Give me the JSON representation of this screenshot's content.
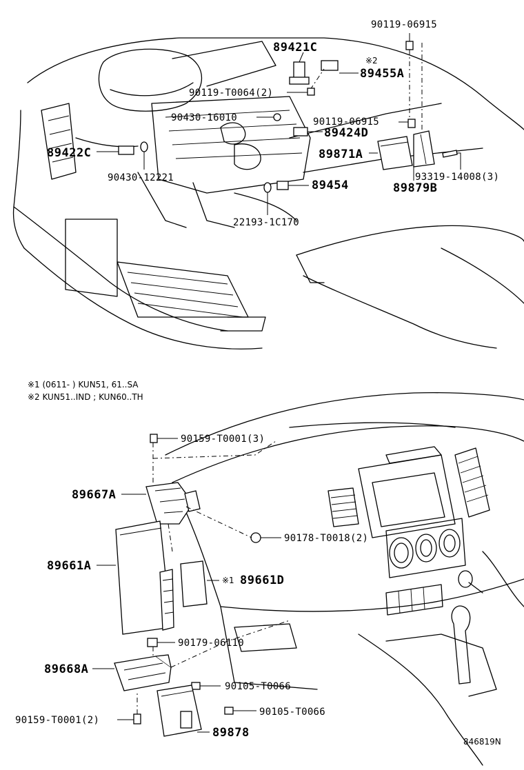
{
  "labels": {
    "p_90119_06915_top": "90119-06915",
    "p_89421C": "89421C",
    "p_note2_mark": "※2",
    "p_89455A": "89455A",
    "p_90119_T0064": "90119-T0064(2)",
    "p_90430_16010": "90430-16010",
    "p_90119_06915_mid": "90119-06915",
    "p_89424D": "89424D",
    "p_89422C": "89422C",
    "p_89871A": "89871A",
    "p_90430_12221": "90430-12221",
    "p_93319_14008": "93319-14008(3)",
    "p_89879B": "89879B",
    "p_89454": "89454",
    "p_22193_1C170": "22193-1C170",
    "p_90159_T0001_3": "90159-T0001(3)",
    "p_89667A": "89667A",
    "p_90178_T0018": "90178-T0018(2)",
    "p_89661A": "89661A",
    "p_89661D_mark": "※1",
    "p_89661D": "89661D",
    "p_90179_06110": "90179-06110",
    "p_89668A": "89668A",
    "p_90105_T0066_a": "90105-T0066",
    "p_90105_T0066_b": "90105-T0066",
    "p_90159_T0001_2": "90159-T0001(2)",
    "p_89878": "89878"
  },
  "notes": {
    "note1": "※1 (0611-        ) KUN51, 61..SA",
    "note2": "※2  KUN51..IND  ;  KUN60..TH"
  },
  "figure_id": "846819N"
}
